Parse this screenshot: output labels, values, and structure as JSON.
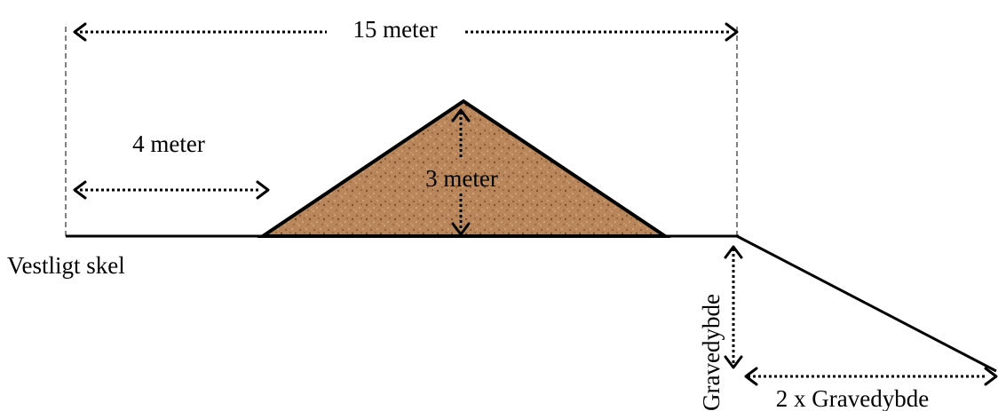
{
  "labels": {
    "total_width": "15 meter",
    "setback": "4 meter",
    "height": "3 meter",
    "boundary": "Vestligt skel",
    "dig_depth": "Gravedybde",
    "slope_width": "2 x Gravedybde"
  },
  "colors": {
    "mound_base": "#b8865a",
    "mound_speckle": "#8a5a33",
    "line": "#000000"
  }
}
